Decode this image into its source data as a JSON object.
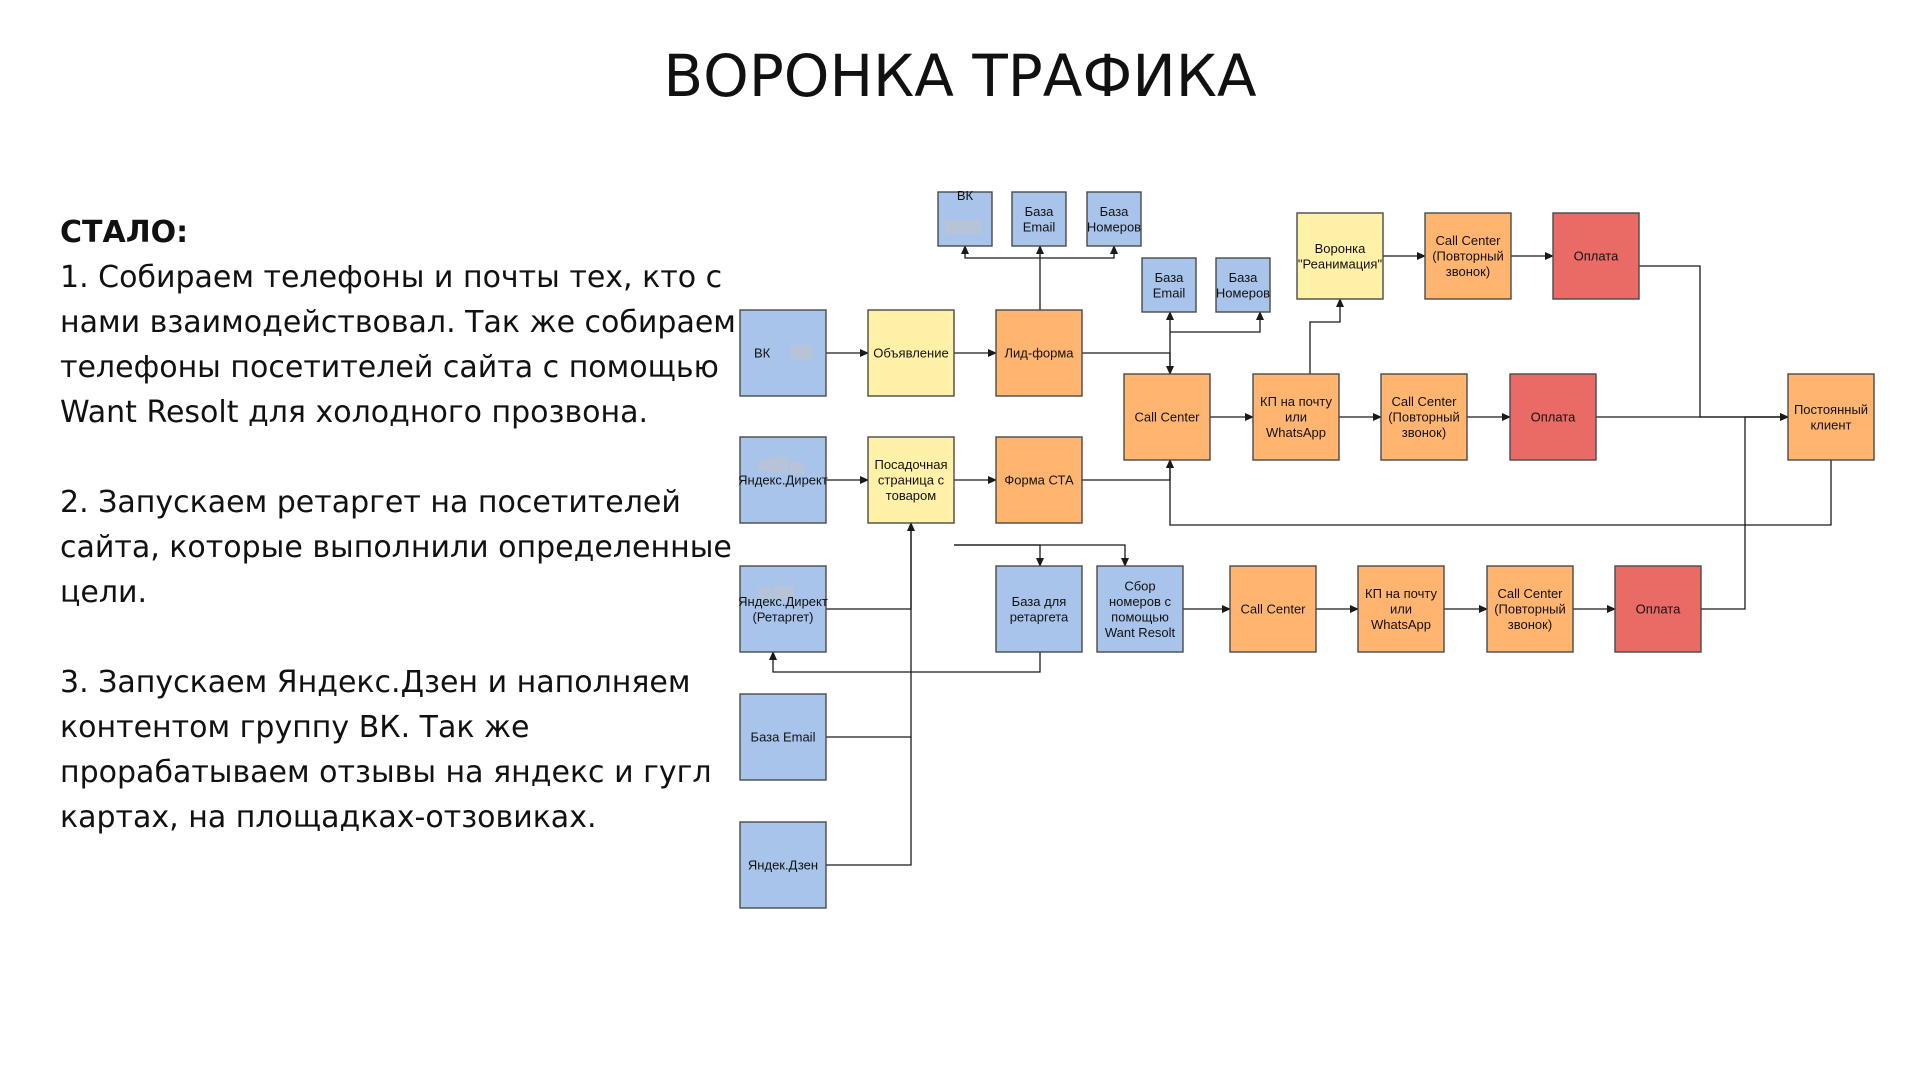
{
  "title": "ВОРОНКА ТРАФИКА",
  "left": {
    "heading": "СТАЛО:",
    "paragraphs": [
      "1. Собираем телефоны и почты тех, кто с нами взаимодействовал. Так же собираем телефоны посетителей сайта с помощью Want Resolt для холодного прозвона.",
      "2. Запускаем ретаргет на посетителей сайта, которые выполнили определенные цели.",
      "3. Запускаем Яндекс.Дзен и наполняем контентом группу ВК. Так же прорабатываем отзывы на яндекс и гугл картах, на площадках-отзовиках."
    ]
  },
  "colors": {
    "blue": "#a9c4eb",
    "yellow": "#fff2a8",
    "orange": "#ffb570",
    "red": "#ea6b66"
  },
  "diagram": {
    "nodes": [
      {
        "id": "vk_src",
        "color": "blue",
        "lines": [
          "ВК"
        ],
        "blur": true
      },
      {
        "id": "ad",
        "color": "yellow",
        "lines": [
          "Объявление"
        ]
      },
      {
        "id": "leadform",
        "color": "orange",
        "lines": [
          "Лид-форма"
        ]
      },
      {
        "id": "vk_top",
        "color": "blue",
        "lines": [
          "ВК"
        ],
        "blur": true
      },
      {
        "id": "email_top",
        "color": "blue",
        "lines": [
          "База",
          "Email"
        ]
      },
      {
        "id": "numbers_top",
        "color": "blue",
        "lines": [
          "База",
          "Номеров"
        ]
      },
      {
        "id": "email_mid",
        "color": "blue",
        "lines": [
          "База",
          "Email"
        ]
      },
      {
        "id": "numbers_mid",
        "color": "blue",
        "lines": [
          "База",
          "Номеров"
        ]
      },
      {
        "id": "funnel_reanim",
        "color": "yellow",
        "lines": [
          "Воронка",
          "\"Реанимация\""
        ]
      },
      {
        "id": "cc_top",
        "color": "orange",
        "lines": [
          "Call Center",
          "(Повторный",
          "звонок)"
        ]
      },
      {
        "id": "pay_top",
        "color": "red",
        "lines": [
          "Оплата"
        ]
      },
      {
        "id": "cc_main",
        "color": "orange",
        "lines": [
          "Call Center"
        ]
      },
      {
        "id": "kp_main",
        "color": "orange",
        "lines": [
          "КП на почту",
          "или",
          "WhatsApp"
        ]
      },
      {
        "id": "cc_repeat_main",
        "color": "orange",
        "lines": [
          "Call Center",
          "(Повторный",
          "звонок)"
        ]
      },
      {
        "id": "pay_main",
        "color": "red",
        "lines": [
          "Оплата"
        ]
      },
      {
        "id": "regular_client",
        "color": "orange",
        "lines": [
          "Постоянный",
          "клиент"
        ]
      },
      {
        "id": "yandex_direct",
        "color": "blue",
        "lines": [
          "Яндекс.Директ"
        ],
        "blur": true
      },
      {
        "id": "landing",
        "color": "yellow",
        "lines": [
          "Посадочная",
          "страница с",
          "товаром"
        ]
      },
      {
        "id": "form_cta",
        "color": "orange",
        "lines": [
          "Форма СТА"
        ]
      },
      {
        "id": "yandex_direct_rt",
        "color": "blue",
        "lines": [
          "Яндекс.Директ",
          "(Ретаргет)"
        ],
        "blur": true
      },
      {
        "id": "retarget_base",
        "color": "blue",
        "lines": [
          "База для",
          "ретаргета"
        ]
      },
      {
        "id": "want_resolt",
        "color": "blue",
        "lines": [
          "Сбор",
          "номеров с",
          "помощью",
          "Want Resolt"
        ]
      },
      {
        "id": "cc_bottom",
        "color": "orange",
        "lines": [
          "Call Center"
        ]
      },
      {
        "id": "kp_bottom",
        "color": "orange",
        "lines": [
          "КП на почту",
          "или",
          "WhatsApp"
        ]
      },
      {
        "id": "cc_repeat_bottom",
        "color": "orange",
        "lines": [
          "Call Center",
          "(Повторный",
          "звонок)"
        ]
      },
      {
        "id": "pay_bottom",
        "color": "red",
        "lines": [
          "Оплата"
        ]
      },
      {
        "id": "email_src",
        "color": "blue",
        "lines": [
          "База Email"
        ]
      },
      {
        "id": "dzen_src",
        "color": "blue",
        "lines": [
          "Яндек.Дзен"
        ]
      }
    ]
  }
}
